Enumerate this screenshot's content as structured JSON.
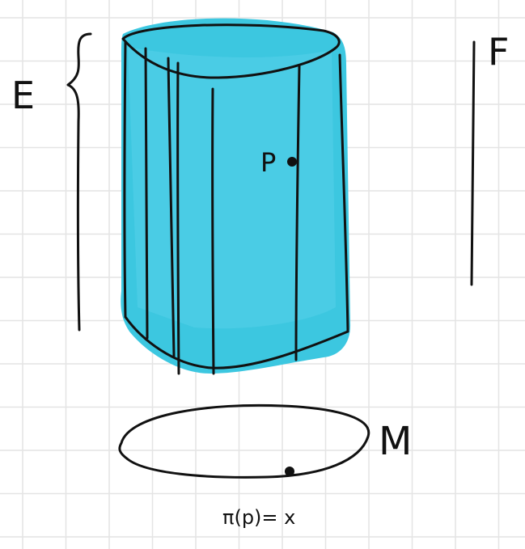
{
  "labels": {
    "total_space": "E",
    "fiber": "F",
    "base": "M",
    "point": "P",
    "projection": "π(p)= x"
  },
  "colors": {
    "background": "#ffffff",
    "grid": "#e4e4e4",
    "bundle_fill": "#3cc7e0",
    "bundle_fill_light": "#5ad3ea",
    "ink": "#111111"
  }
}
